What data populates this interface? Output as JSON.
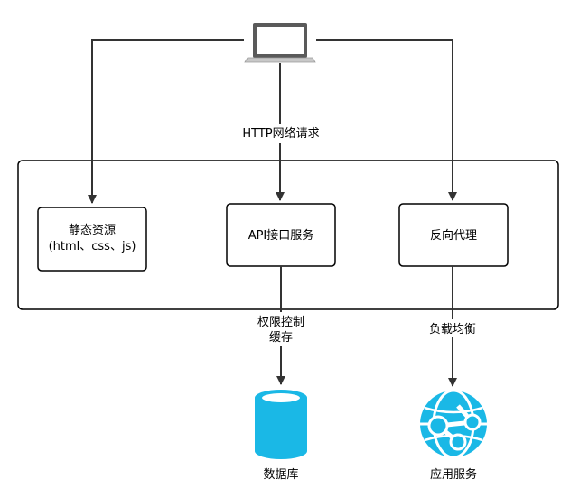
{
  "edges": {
    "http_request": "HTTP网络请求",
    "auth_control": "权限控制",
    "cache": "缓存",
    "load_balance": "负载均衡"
  },
  "nodes": {
    "static_resources": {
      "line1": "静态资源",
      "line2": "(html、css、js)"
    },
    "api_service": "API接口服务",
    "reverse_proxy": "反向代理",
    "database": "数据库",
    "app_service": "应用服务"
  },
  "icons": {
    "client": "laptop-icon",
    "database": "database-icon",
    "app_service": "globe-network-icon"
  },
  "colors": {
    "line": "#333333",
    "box_stroke": "#000000",
    "accent": "#1ab8e6"
  }
}
